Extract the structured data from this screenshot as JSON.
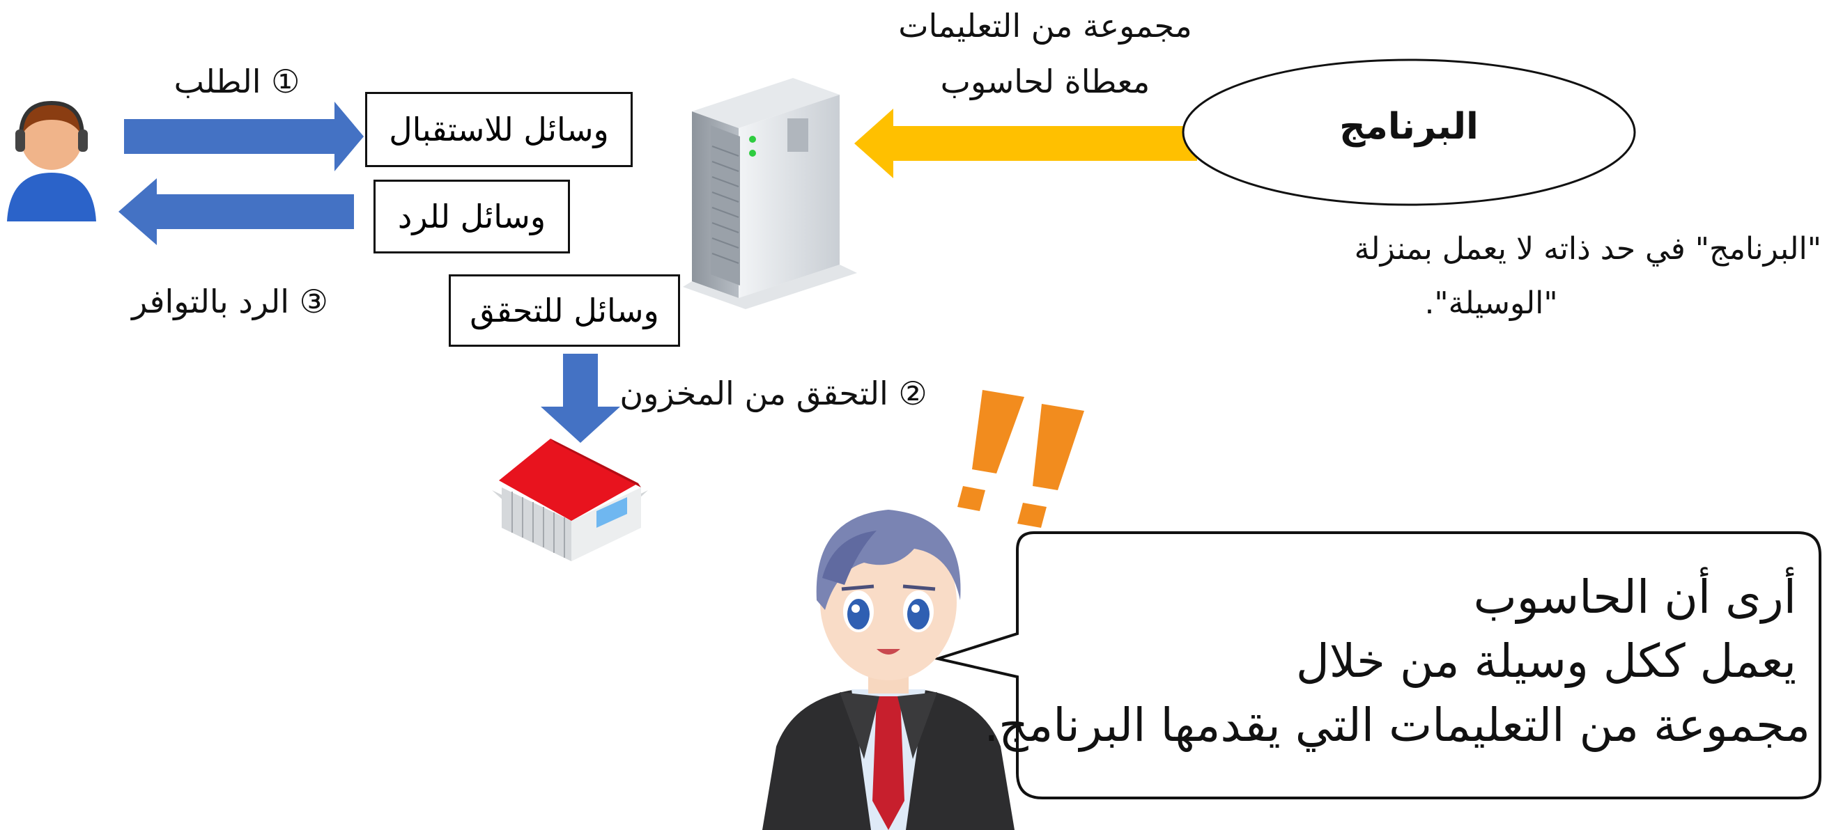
{
  "program": {
    "label": "البرنامج",
    "instructions_label_line1": "مجموعة من التعليمات",
    "instructions_label_line2": "معطاة لحاسوب",
    "note_line1": "\"البرنامج\" في حد ذاته لا يعمل بمنزلة",
    "note_line2": "\"الوسيلة\"."
  },
  "means": {
    "receive": "وسائل للاستقبال",
    "respond": "وسائل للرد",
    "verify": "وسائل للتحقق"
  },
  "steps": {
    "request_number": "①",
    "request_label": "الطلب",
    "inventory_number": "②",
    "inventory_label": "التحقق من المخزون",
    "reply_number": "③",
    "reply_label": "الرد بالتوافر"
  },
  "exclamation": "!!",
  "speech": {
    "line1": "أرى أن الحاسوب",
    "line2": "يعمل ككل وسيلة من خلال",
    "line3": "مجموعة من التعليمات التي يقدمها البرنامج."
  },
  "colors": {
    "blue_arrow": "#4472C4",
    "yellow_arrow": "#FFC000",
    "orange_exclaim": "#F28C1E",
    "roof_red": "#E8131E"
  }
}
